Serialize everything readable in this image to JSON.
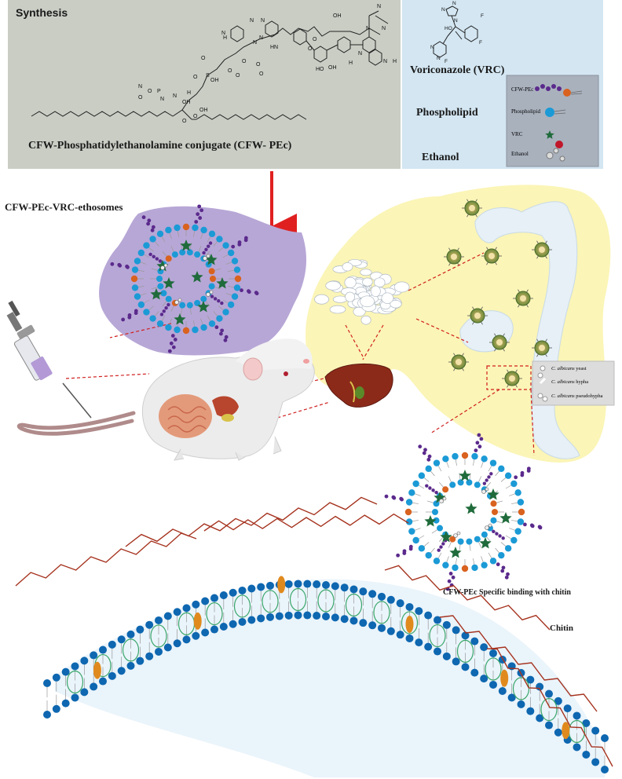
{
  "synthesis": {
    "heading": "Synthesis",
    "conjugate_label": "CFW-Phosphatidylethanolamine conjugate (CFW- PEc)",
    "molecule_atoms": [
      "N",
      "H",
      "N",
      "N",
      "N",
      "N",
      "HN",
      "O",
      "S",
      "O",
      "OH",
      "O",
      "O",
      "O",
      "O",
      "OH",
      "N",
      "H",
      "N",
      "N",
      "O",
      "O",
      "P",
      "O",
      "OH",
      "O",
      "O",
      "O",
      "O",
      "OH",
      "HO",
      "OH",
      "N",
      "N",
      "N",
      "N",
      "H",
      "N",
      "H"
    ]
  },
  "components": {
    "vrc": "Voriconazole (VRC)",
    "phospholipid": "Phospholipid",
    "ethanol": "Ethanol",
    "vrc_atoms": [
      "N",
      "N",
      "N",
      "F",
      "HO",
      "N",
      "N",
      "F",
      "F"
    ],
    "legend": [
      {
        "label": "CFW-PEc"
      },
      {
        "label": "Phospholipid"
      },
      {
        "label": "VRC"
      },
      {
        "label": "Ethanol"
      }
    ]
  },
  "ethosome_label": "CFW-PEc-VRC-ethosomes",
  "candida_legend": [
    {
      "label": "C. albicans",
      "suffix": "yeast"
    },
    {
      "label": "C. albicans",
      "suffix": "hypha"
    },
    {
      "label": "C. albicans",
      "suffix": "pseudohypha"
    }
  ],
  "binding_label": "CFW-PEc Specific binding with chitin",
  "chitin_label": "Chitin",
  "colors": {
    "synthesis_bg": "#c9cdc4",
    "components_bg": "#d3e6f2",
    "ethosome_bg": "#b7a7d6",
    "tissue_bg": "#fbf5b7",
    "head_blue": "#1b9ad6",
    "head_orange": "#d9621f",
    "cfw_purple": "#5b2a8c",
    "vrc_green": "#1f6b3b",
    "membrane_blue": "#0e67b0",
    "chitin_red": "#a5321e",
    "arrow_red": "#e02020"
  }
}
